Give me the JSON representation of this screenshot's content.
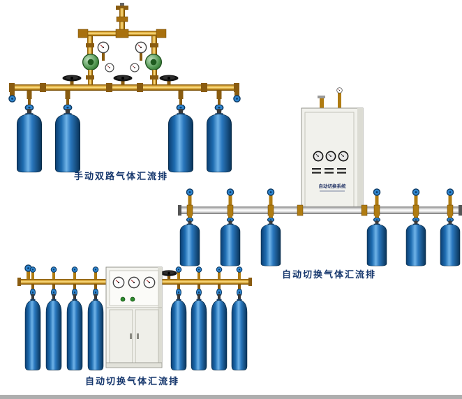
{
  "page": {
    "background": "#ffffff",
    "bottom_strip_color": "#aeaeae"
  },
  "products": [
    {
      "id": "manual-dual-manifold",
      "caption": "手动双路气体汇流排",
      "cylinders": 4
    },
    {
      "id": "auto-switch-manifold-wall-cabinet",
      "caption": "自动切换气体汇流排",
      "cylinders": 6,
      "cabinet_plate": "自动切换系统"
    },
    {
      "id": "auto-switch-manifold-floor-cabinet",
      "caption": "自动切换气体汇流排",
      "cylinders": 8
    }
  ],
  "colors": {
    "caption_text": "#16376d",
    "brass_pipe": "#c8901c",
    "cylinder_blue": "#1e6cb0",
    "valve_cap_blue": "#2f86d0",
    "regulator_green": "#2f7a2f",
    "cabinet_gray": "#f1f1ec",
    "steel_pipe": "#c0c0c0"
  }
}
